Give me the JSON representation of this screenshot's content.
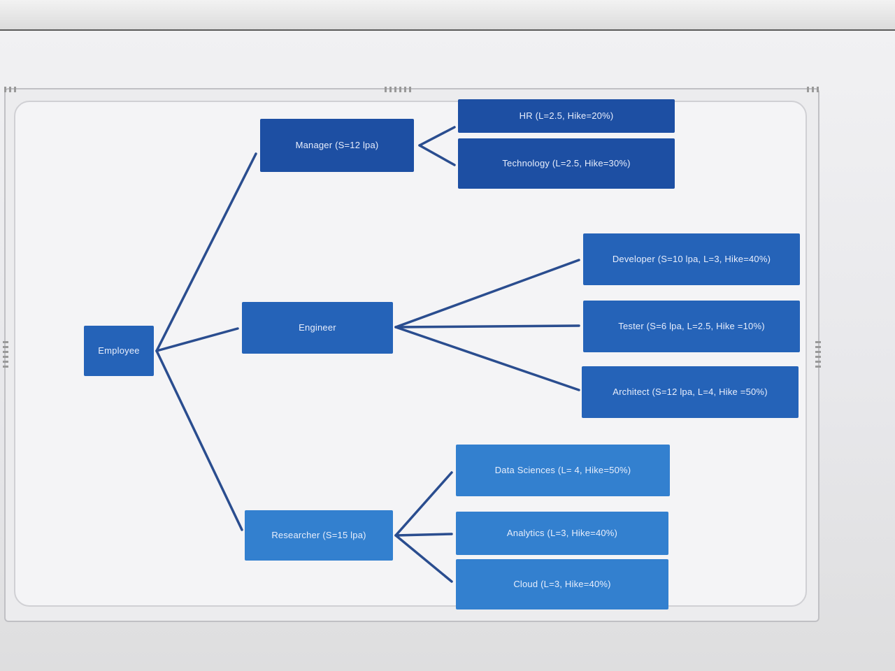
{
  "diagram": {
    "root": {
      "label": "Employee"
    },
    "manager": {
      "label": "Manager  (S=12  lpa)",
      "children": [
        {
          "label": "HR (L=2.5,  Hike=20%)"
        },
        {
          "label": "Technology  (L=2.5, Hike=30%)"
        }
      ]
    },
    "engineer": {
      "label": "Engineer",
      "children": [
        {
          "label": "Developer  (S=10  lpa, L=3, Hike=40%)"
        },
        {
          "label": "Tester  (S=6  lpa, L=2.5, Hike  =10%)"
        },
        {
          "label": "Architect  (S=12  lpa, L=4, Hike =50%)"
        }
      ]
    },
    "researcher": {
      "label": "Researcher  (S=15  lpa)",
      "children": [
        {
          "label": "Data  Sciences  (L= 4, Hike=50%)"
        },
        {
          "label": "Analytics  (L=3, Hike=40%)"
        },
        {
          "label": "Cloud (L=3, Hike=40%)"
        }
      ]
    }
  },
  "colors": {
    "dark": "#1d4fa3",
    "mid": "#2563b8",
    "light": "#3380cf",
    "connector": "#2a4d8f"
  }
}
